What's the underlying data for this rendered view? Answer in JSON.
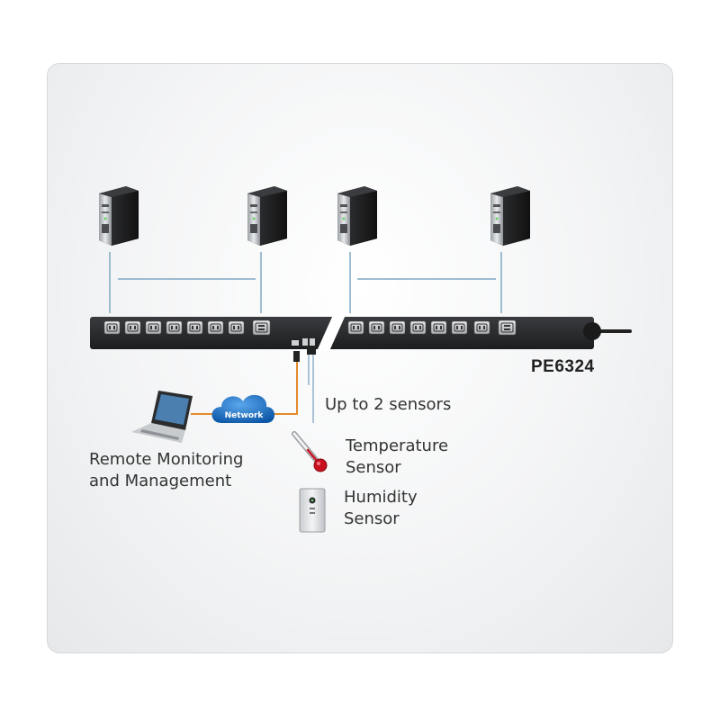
{
  "model_label": "PE6324",
  "sensors_note": "Up to 2 sensors",
  "network_label": "Network",
  "remote_label": [
    "Remote Monitoring",
    "and Management"
  ],
  "temperature_label": [
    "Temperature",
    "Sensor"
  ],
  "humidity_label": [
    "Humidity",
    "Sensor"
  ],
  "icons": [
    "server-tower-icon",
    "laptop-icon",
    "network-cloud-icon",
    "thermometer-icon",
    "humidity-sensor-icon",
    "power-plug-icon"
  ],
  "colors": {
    "pdu_body": "#2a2b2d",
    "link_line": "#7fa8c4",
    "network_line": "#e38a2b",
    "cloud": "#1e6fc4",
    "thermo_red": "#c8101e"
  }
}
